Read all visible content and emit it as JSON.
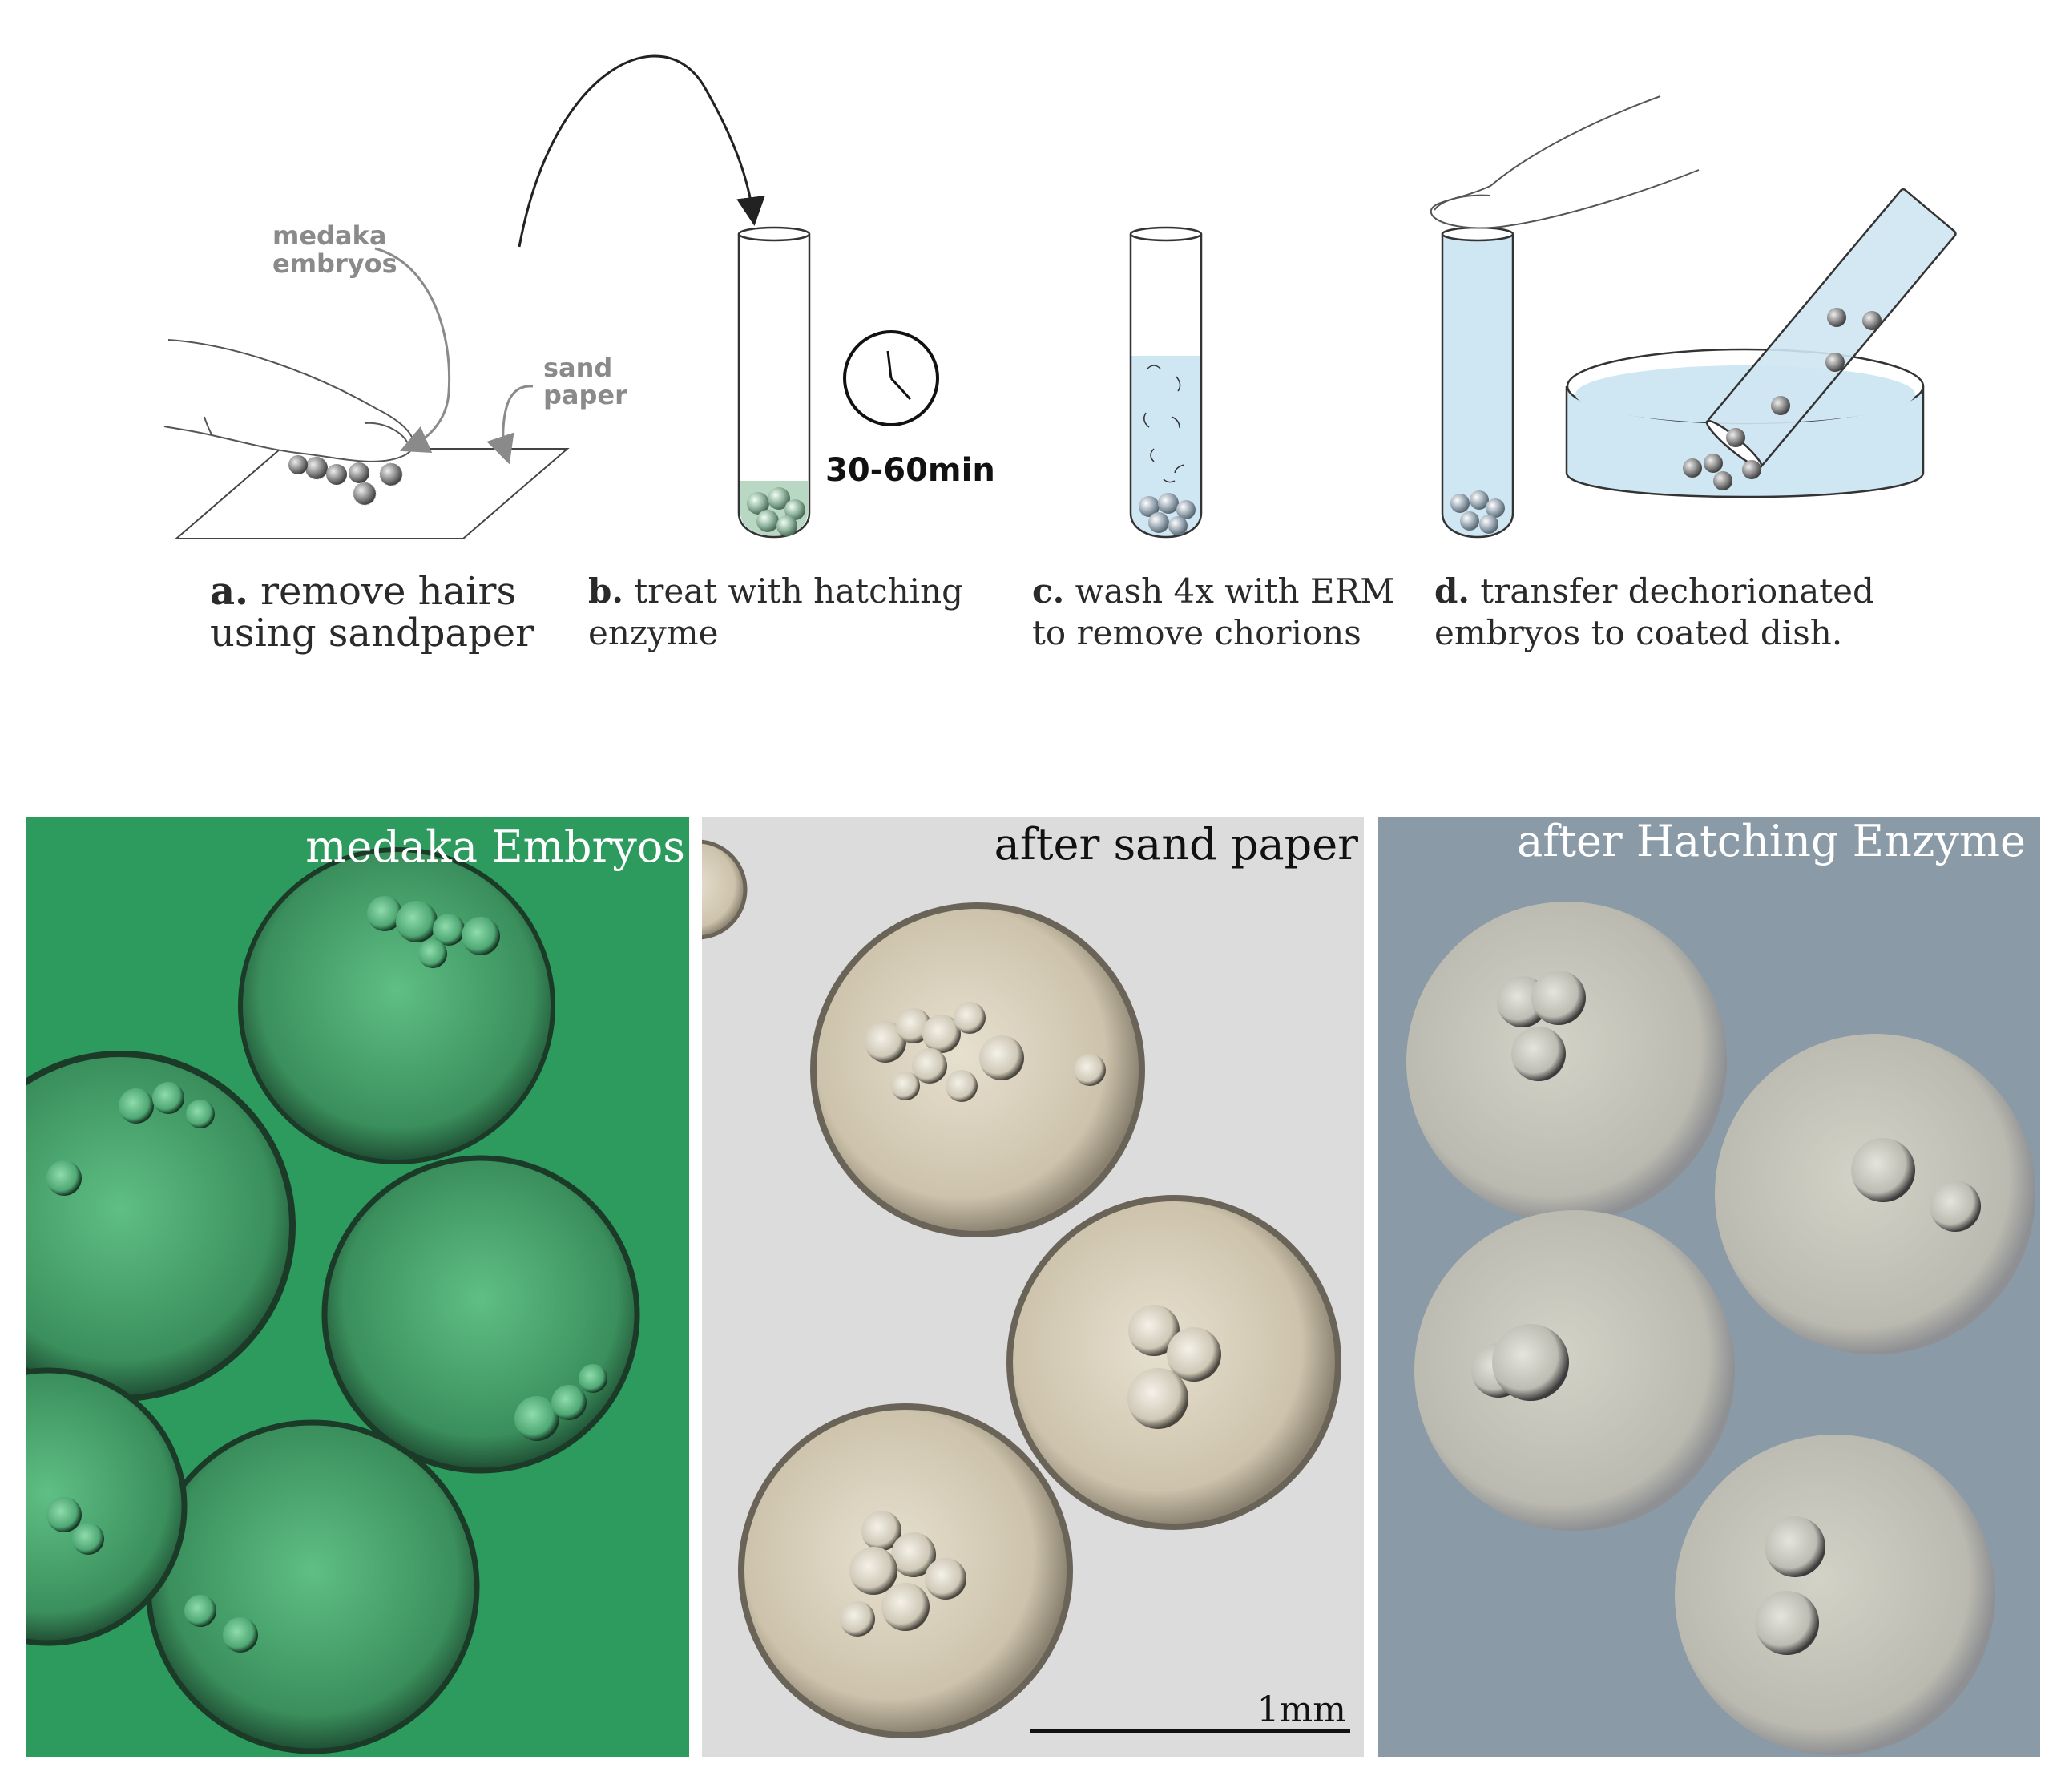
{
  "steps": {
    "a": {
      "letter": "a.",
      "line1": "remove hairs",
      "line2": "using sandpaper"
    },
    "b": {
      "letter": "b.",
      "line1": "treat with hatching",
      "line2": "enzyme"
    },
    "c": {
      "letter": "c.",
      "line1": "wash 4x with ERM",
      "line2": "to remove chorions"
    },
    "d": {
      "letter": "d.",
      "line1": "transfer dechorionated",
      "line2": "embryos to coated dish."
    }
  },
  "labels": {
    "medaka_embryos_1": "medaka",
    "medaka_embryos_2": "embryos",
    "sand_paper_1": "sand",
    "sand_paper_2": "paper",
    "time": "30-60min"
  },
  "panels": [
    {
      "title": "medaka Embryos",
      "bg": "#2e9b5e",
      "title_color": "#ffffff"
    },
    {
      "title": "after sand paper",
      "bg": "#dcdcdc",
      "title_color": "#111111"
    },
    {
      "title": "after Hatching Enzyme",
      "bg": "#8a9aa6",
      "title_color": "#ffffff"
    }
  ],
  "scale_bar": {
    "label": "1mm"
  },
  "colors": {
    "liquid_blue": "#cfe6f3",
    "enzyme_green": "#b9d8c4",
    "line": "#333333",
    "gray_arrow": "#8a8a8a"
  }
}
